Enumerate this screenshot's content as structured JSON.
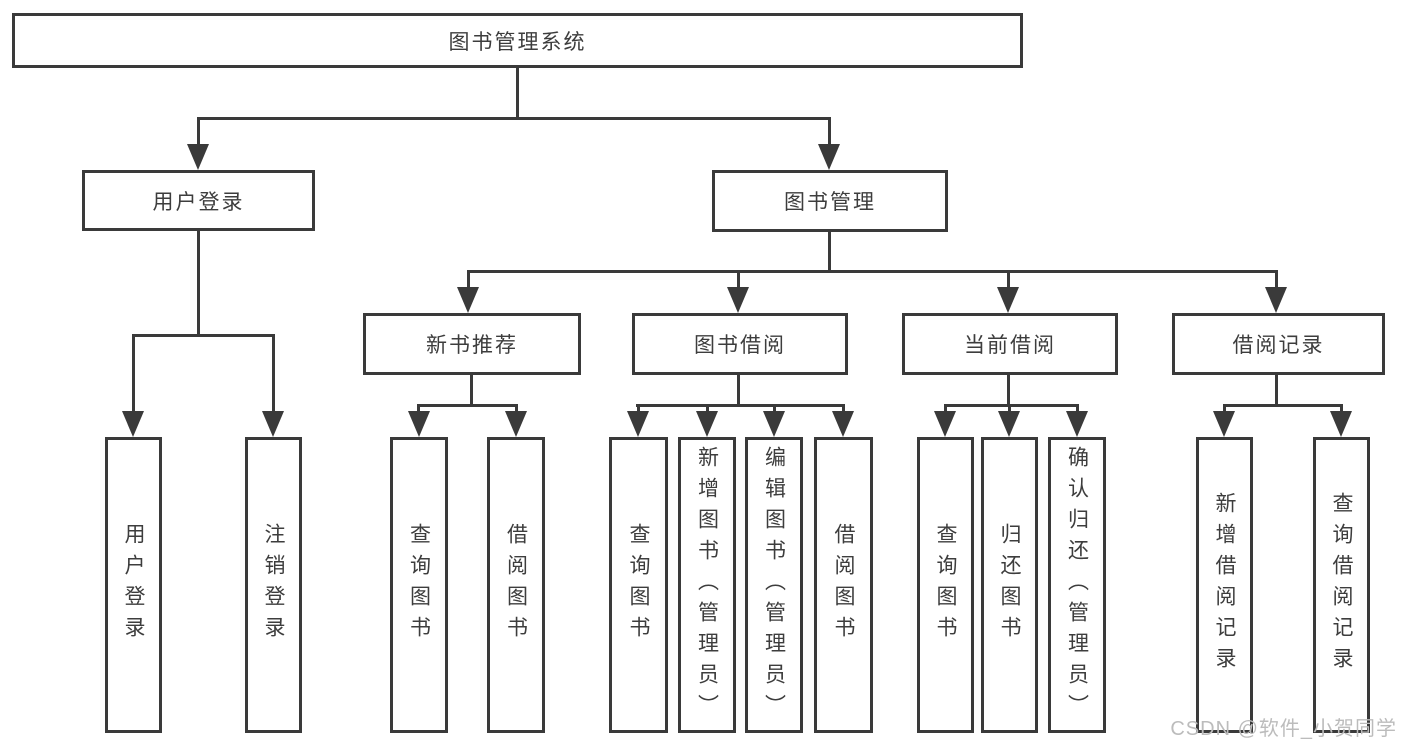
{
  "diagram_type": "hierarchy-tree",
  "tree": {
    "label": "图书管理系统",
    "children": [
      {
        "label": "用户登录",
        "children": [
          {
            "label": "用户登录"
          },
          {
            "label": "注销登录"
          }
        ]
      },
      {
        "label": "图书管理",
        "children": [
          {
            "label": "新书推荐",
            "children": [
              {
                "label": "查询图书"
              },
              {
                "label": "借阅图书"
              }
            ]
          },
          {
            "label": "图书借阅",
            "children": [
              {
                "label": "查询图书"
              },
              {
                "label": "新增图书（管理员）"
              },
              {
                "label": "编辑图书（管理员）"
              },
              {
                "label": "借阅图书"
              }
            ]
          },
          {
            "label": "当前借阅",
            "children": [
              {
                "label": "查询图书"
              },
              {
                "label": "归还图书"
              },
              {
                "label": "确认归还（管理员）"
              }
            ]
          },
          {
            "label": "借阅记录",
            "children": [
              {
                "label": "新增借阅记录"
              },
              {
                "label": "查询借阅记录"
              }
            ]
          }
        ]
      }
    ]
  },
  "watermark": {
    "text": "CSDN @软件_小贺同学"
  },
  "colors": {
    "line": "#3a3a3a",
    "text": "#3d3d3d",
    "watermark": "#bcbcbc",
    "background": "#ffffff"
  }
}
